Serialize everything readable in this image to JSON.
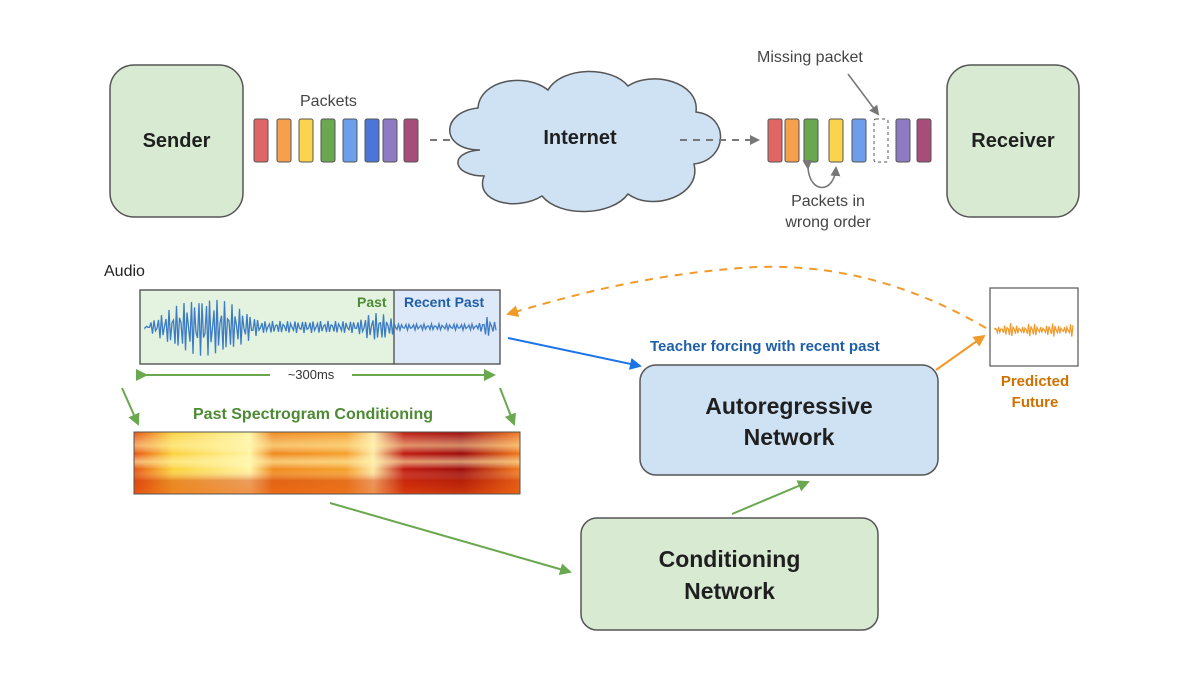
{
  "top": {
    "sender_label": "Sender",
    "packets_label": "Packets",
    "internet_label": "Internet",
    "missing_label": "Missing packet",
    "receiver_label": "Receiver",
    "wrong_order_line1": "Packets in",
    "wrong_order_line2": "wrong order"
  },
  "audio": {
    "label": "Audio",
    "past_label": "Past",
    "recent_past_label": "Recent Past",
    "duration_label": "~300ms",
    "spectrogram_label": "Past Spectrogram Conditioning"
  },
  "network": {
    "teacher_label": "Teacher forcing with recent past",
    "autoregressive_line1": "Autoregressive",
    "autoregressive_line2": "Network",
    "conditioning_line1": "Conditioning",
    "conditioning_line2": "Network",
    "predicted_line1": "Predicted",
    "predicted_line2": "Future"
  },
  "colors": {
    "node_green": "#d9ead3",
    "node_blue": "#cfe2f3",
    "cloud_blue": "#cfe2f3",
    "past_green": "#7bb661",
    "recent_blue": "#1f5fa8",
    "teacher_blue": "#1a73e8",
    "predicted_orange": "#e37400",
    "packet_red": "#e06666",
    "packet_orange": "#f6a04d",
    "packet_yellow": "#fcd34d",
    "packet_green": "#6aa84f",
    "packet_blue": "#6d9eeb",
    "packet_indigo": "#4a76d8",
    "packet_purple": "#8e7cc3",
    "packet_maroon": "#a64d79"
  },
  "icons": [
    "cloud-icon",
    "waveform-icon",
    "spectrogram-icon",
    "arrow-icon"
  ]
}
